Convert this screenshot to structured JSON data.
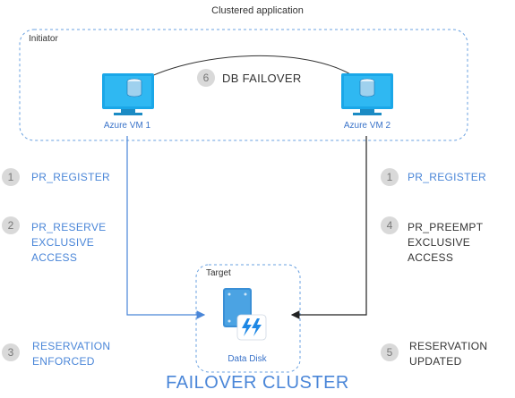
{
  "title": "Clustered application",
  "initiator_label": "Initiator",
  "target_label": "Target",
  "vm1_label": "Azure VM 1",
  "vm2_label": "Azure VM 2",
  "failover": {
    "num": "6",
    "text": "DB FAILOVER"
  },
  "left_steps": [
    {
      "num": "1",
      "lines": [
        "PR_REGISTER"
      ]
    },
    {
      "num": "2",
      "lines": [
        "PR_RESERVE",
        "EXCLUSIVE",
        "ACCESS"
      ]
    },
    {
      "num": "3",
      "lines": [
        "RESERVATION",
        "ENFORCED"
      ]
    }
  ],
  "right_steps": [
    {
      "num": "1",
      "lines": [
        "PR_REGISTER"
      ]
    },
    {
      "num": "4",
      "lines": [
        "PR_PREEMPT",
        "EXCLUSIVE",
        "ACCESS"
      ]
    },
    {
      "num": "5",
      "lines": [
        "RESERVATION",
        "UPDATED"
      ]
    }
  ],
  "disk_label": "Data Disk",
  "bottom_title": "FAILOVER CLUSTER",
  "colors": {
    "blue": "#4a86d8",
    "monitor": "#1aa7e8",
    "dark": "#222222",
    "border": "#6aa1e0"
  }
}
